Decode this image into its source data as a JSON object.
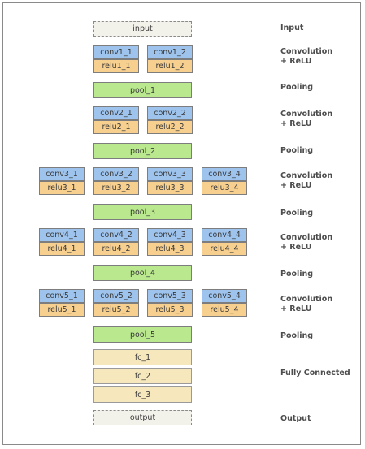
{
  "nodes": {
    "input": "input",
    "conv1_1": "conv1_1",
    "conv1_2": "conv1_2",
    "relu1_1": "relu1_1",
    "relu1_2": "relu1_2",
    "pool_1": "pool_1",
    "conv2_1": "conv2_1",
    "conv2_2": "conv2_2",
    "relu2_1": "relu2_1",
    "relu2_2": "relu2_2",
    "pool_2": "pool_2",
    "conv3_1": "conv3_1",
    "conv3_2": "conv3_2",
    "conv3_3": "conv3_3",
    "conv3_4": "conv3_4",
    "relu3_1": "relu3_1",
    "relu3_2": "relu3_2",
    "relu3_3": "relu3_3",
    "relu3_4": "relu3_4",
    "pool_3": "pool_3",
    "conv4_1": "conv4_1",
    "conv4_2": "conv4_2",
    "conv4_3": "conv4_3",
    "conv4_4": "conv4_4",
    "relu4_1": "relu4_1",
    "relu4_2": "relu4_2",
    "relu4_3": "relu4_3",
    "relu4_4": "relu4_4",
    "pool_4": "pool_4",
    "conv5_1": "conv5_1",
    "conv5_2": "conv5_2",
    "conv5_3": "conv5_3",
    "conv5_4": "conv5_4",
    "relu5_1": "relu5_1",
    "relu5_2": "relu5_2",
    "relu5_3": "relu5_3",
    "relu5_4": "relu5_4",
    "pool_5": "pool_5",
    "fc_1": "fc_1",
    "fc_2": "fc_2",
    "fc_3": "fc_3",
    "output": "output"
  },
  "labels": {
    "input": "Input",
    "conv1": "Convolution\n+ ReLU",
    "pool1": "Pooling",
    "conv2": "Convolution\n+ ReLU",
    "pool2": "Pooling",
    "conv3": "Convolution\n+ ReLU",
    "pool3": "Pooling",
    "conv4": "Convolution\n+ ReLU",
    "pool4": "Pooling",
    "conv5": "Convolution\n+ ReLU",
    "pool5": "Pooling",
    "fc": "Fully Connected",
    "output": "Output"
  },
  "colors": {
    "conv": "#9ec4ee",
    "relu": "#f7cf8f",
    "pool": "#b9e88e",
    "fc": "#f6e8bc",
    "io": "#f2f1ea"
  }
}
